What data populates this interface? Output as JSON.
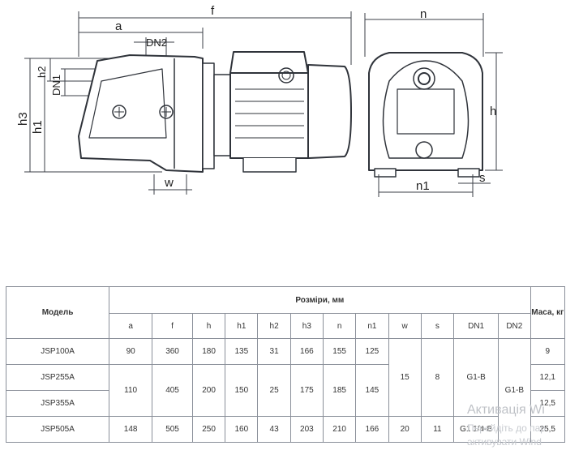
{
  "drawing": {
    "labels": {
      "f": "f",
      "a": "a",
      "dn2": "DN2",
      "dn1": "DN1",
      "h2": "h2",
      "h3": "h3",
      "h1": "h1",
      "w": "w",
      "n": "n",
      "h": "h",
      "n1": "n1",
      "s": "s"
    }
  },
  "table": {
    "model_header": "Модель",
    "dims_header": "Розміри, мм",
    "mass_header": "Маса, кг",
    "columns": [
      "a",
      "f",
      "h",
      "h1",
      "h2",
      "h3",
      "n",
      "n1",
      "w",
      "s",
      "DN1",
      "DN2"
    ],
    "rows": [
      {
        "model": "JSP100A",
        "a": "90",
        "f": "360",
        "h": "180",
        "h1": "135",
        "h2": "31",
        "h3": "166",
        "n": "155",
        "n1": "125",
        "mass": "9"
      },
      {
        "model": "JSP255A",
        "mass": "12,1"
      },
      {
        "model": "JSP355A",
        "mass": "12,5"
      },
      {
        "model": "JSP505A",
        "a": "148",
        "f": "505",
        "h": "250",
        "h1": "160",
        "h2": "43",
        "h3": "203",
        "n": "210",
        "n1": "166",
        "w": "20",
        "s": "11",
        "dn1": "G1 1/4-B",
        "mass": "25,5"
      }
    ],
    "merged": {
      "a": "110",
      "f": "405",
      "h": "200",
      "h1": "150",
      "h2": "25",
      "h3": "175",
      "n": "185",
      "n1": "145",
      "w": "15",
      "s": "8",
      "dn1": "G1-B",
      "dn2": "G1-B"
    }
  },
  "watermark": {
    "line1": "Активація Wi",
    "line2": "Перейдіть до пар",
    "line3": "активувати Wind"
  }
}
